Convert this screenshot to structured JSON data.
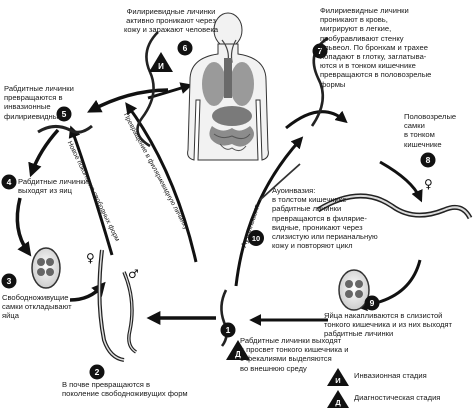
{
  "diagram": {
    "steps": [
      {
        "number": "1",
        "text": "Рабдитные личинки выходят\nв просвет тонкого кишечника и\nс фекалиями выделяются\nво внешнюю среду"
      },
      {
        "number": "2",
        "text": "В почве превращаются в\nпоколение свободноживущих форм"
      },
      {
        "number": "3",
        "text": "Свободноживущие\nсамки откладывают\nяйца"
      },
      {
        "number": "4",
        "text": "Рабдитные личинки\nвыходят из яиц"
      },
      {
        "number": "5",
        "text": "Рабдитные личинки\nпревращаются в\nинвазионные\nфилириевидные"
      },
      {
        "number": "6",
        "text": "Филириевидные личинки\nактивно проникают через\nкожу и заражают человека"
      },
      {
        "number": "7",
        "text": "Филириевидные личинки\nпроникают в кровь,\nмигрируют в легкие,\nпробуравливают стенку\nальвеол. По бронхам и трахее\nпопадают в глотку, заглатыва-\nются и в тонком кишечнике\nпревращаются в половозрелые\nформы"
      },
      {
        "number": "8",
        "text": "Половозрелые\nсамки\nв тонком\nкишечнике"
      },
      {
        "number": "9",
        "text": "Яйца накапливаются в слизистой\nтонкого кишечника и из них выходят\nрабдитные личинки"
      },
      {
        "number": "10",
        "text": "Ауоинвазия:\nв толстом кишечнике\nрабдитные личинки\nпревращаются в филярие-\nвидные, проникают через\nслизистую или перианальную\nкожу и повторяют цикл"
      }
    ],
    "arrow_labels": {
      "next_generation": "Новое поколение свободных форм",
      "filariform": "Превращение в филяриевидную личинку",
      "autoinvasion": "Аутоинвазия"
    },
    "markers": {
      "male": "♂",
      "female": "♀",
      "female_adult": "♀"
    },
    "legend": [
      {
        "symbol": "И",
        "text": "Инвазионная стадия"
      },
      {
        "symbol": "Д",
        "text": "Диагностическая стадия"
      }
    ],
    "badges": {
      "invasive": "И",
      "diagnostic": "Д"
    }
  }
}
